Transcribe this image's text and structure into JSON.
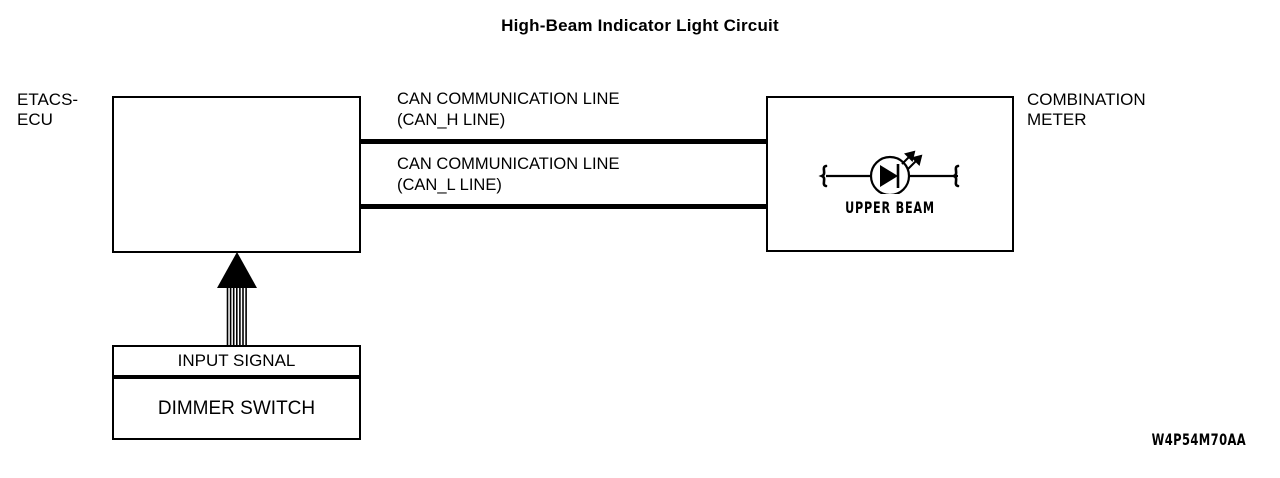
{
  "title": "High-Beam Indicator Light Circuit",
  "nodes": {
    "etacs_ecu": {
      "label_line1": "ETACS-",
      "label_line2": "ECU"
    },
    "combination_meter": {
      "label_line1": "COMBINATION",
      "label_line2": "METER",
      "indicator_label": "UPPER  BEAM",
      "indicator_icon": "led-upper-beam-icon"
    },
    "input_signal": {
      "label": "INPUT SIGNAL"
    },
    "dimmer_switch": {
      "label": "DIMMER SWITCH"
    }
  },
  "connections": {
    "can_h": {
      "line1": "CAN COMMUNICATION LINE",
      "line2": "(CAN_H LINE)"
    },
    "can_l": {
      "line1": "CAN COMMUNICATION LINE",
      "line2": "(CAN_L LINE)"
    },
    "input_arrow": {
      "icon": "striped-up-arrow-icon"
    }
  },
  "part_code": "W4P54M70AA",
  "colors": {
    "background": "#ffffff",
    "stroke": "#000000",
    "text": "#000000"
  }
}
